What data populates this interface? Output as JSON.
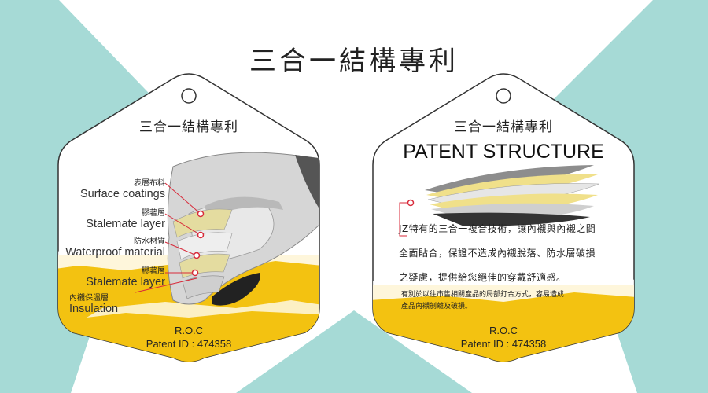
{
  "page_title": "三合一結構專利",
  "left_tag": {
    "title": "三合一結構專利",
    "layers": [
      {
        "zh": "表層布料",
        "en": "Surface coatings"
      },
      {
        "zh": "膠著層",
        "en": "Stalemate layer"
      },
      {
        "zh": "防水材質",
        "en": "Waterproof material"
      },
      {
        "zh": "膠著層",
        "en": "Stalemate layer"
      },
      {
        "zh": "內襯保溫層",
        "en": "Insulation"
      }
    ],
    "origin": "R.O.C",
    "patent": "Patent ID : 474358"
  },
  "right_tag": {
    "title": "三合一結構專利",
    "heading": "PATENT STRUCTURE",
    "description": [
      "JZ特有的三合一複合技術，讓內襯與內襯之間",
      "全面貼合，保證不造成內襯脫落、防水層破損",
      "之疑慮，提供給您絕佳的穿戴舒適感。"
    ],
    "note": [
      "有別於以往市售相關產品的局部釘合方式，容易造成",
      "產品內襯剝離及破損。"
    ],
    "origin": "R.O.C",
    "patent": "Patent ID : 474358"
  },
  "colors": {
    "teal": "#a6dad6",
    "yellow": "#f3c211",
    "marker_red": "#d82a3a",
    "tag_border": "#333333"
  }
}
